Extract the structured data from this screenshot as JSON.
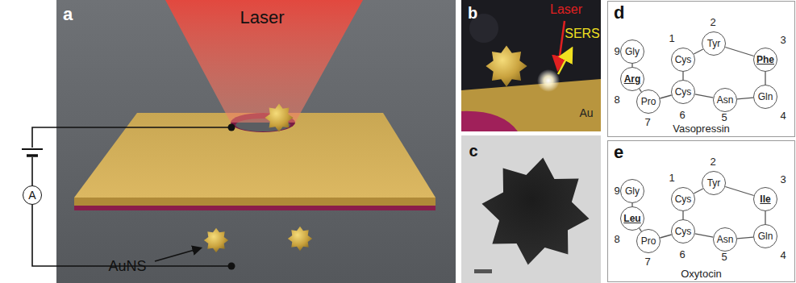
{
  "diagram": {
    "nodes": [
      {
        "text": [
          "A"
        ]
      },
      {
        "text": [
          "d",
          "Vasopressin"
        ]
      },
      {
        "text": [
          "Cys"
        ],
        "in": 1
      },
      {
        "text": [
          "Tyr"
        ],
        "in": 1
      },
      {
        "text": [
          "Phe"
        ],
        "in": 1
      },
      {
        "text": [
          "Gln"
        ],
        "in": 1
      },
      {
        "text": [
          "Asn"
        ],
        "in": 1
      },
      {
        "text": [
          "Cys"
        ],
        "in": 1
      },
      {
        "text": [
          "Pro"
        ],
        "in": 1
      },
      {
        "text": [
          "Arg"
        ],
        "in": 1
      },
      {
        "text": [
          "Gly"
        ],
        "in": 1
      },
      {
        "text": [
          "e",
          "Oxytocin"
        ]
      },
      {
        "text": [
          "Cys"
        ],
        "in": 11
      },
      {
        "text": [
          "Tyr"
        ],
        "in": 11
      },
      {
        "text": [
          "Ile"
        ],
        "in": 11
      },
      {
        "text": [
          "Gln"
        ],
        "in": 11
      },
      {
        "text": [
          "Asn"
        ],
        "in": 11
      },
      {
        "text": [
          "Cys"
        ],
        "in": 11
      },
      {
        "text": [
          "Pro"
        ],
        "in": 11
      },
      {
        "text": [
          "Leu"
        ],
        "in": 11
      },
      {
        "text": [
          "Gly"
        ],
        "in": 11
      }
    ],
    "edges": [
      {
        "from": 2,
        "to": 3,
        "arrow": "none"
      },
      {
        "from": 3,
        "to": 4,
        "arrow": "none"
      },
      {
        "from": 4,
        "to": 5,
        "arrow": "none"
      },
      {
        "from": 5,
        "to": 6,
        "arrow": "none"
      },
      {
        "from": 6,
        "to": 7,
        "arrow": "none"
      },
      {
        "from": 7,
        "to": 8,
        "arrow": "none"
      },
      {
        "from": 8,
        "to": 9,
        "arrow": "none"
      },
      {
        "from": 9,
        "to": 10,
        "arrow": "none"
      },
      {
        "from": 2,
        "to": 7,
        "arrow": "none"
      },
      {
        "from": 12,
        "to": 13,
        "arrow": "none"
      },
      {
        "from": 13,
        "to": 14,
        "arrow": "none"
      },
      {
        "from": 14,
        "to": 15,
        "arrow": "none"
      },
      {
        "from": 15,
        "to": 16,
        "arrow": "none"
      },
      {
        "from": 16,
        "to": 17,
        "arrow": "none"
      },
      {
        "from": 17,
        "to": 18,
        "arrow": "none"
      },
      {
        "from": 18,
        "to": 19,
        "arrow": "none"
      },
      {
        "from": 19,
        "to": 20,
        "arrow": "none"
      },
      {
        "from": 12,
        "to": 17,
        "arrow": "none"
      }
    ],
    "labels": [
      "a",
      "Laser",
      "AuNS",
      "b",
      "Laser",
      "SERS",
      "Au",
      "c",
      "1",
      "2",
      "3",
      "4",
      "5",
      "6",
      "7",
      "8",
      "9",
      "1",
      "2",
      "3",
      "4",
      "5",
      "6",
      "7",
      "8",
      "9"
    ]
  }
}
